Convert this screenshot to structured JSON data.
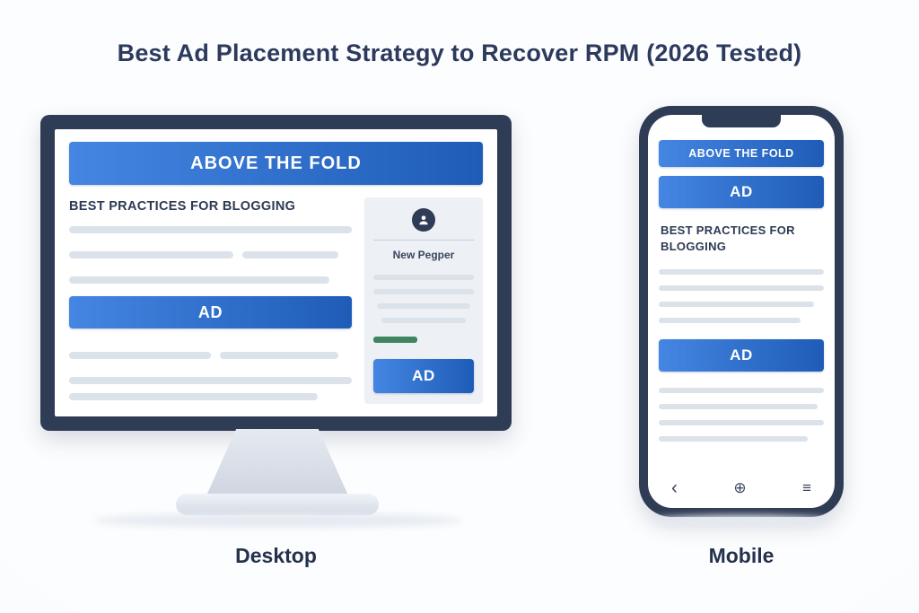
{
  "title": "Best Ad Placement Strategy to Recover RPM (2026 Tested)",
  "desktop": {
    "caption": "Desktop",
    "above_fold_banner": "ABOVE THE FOLD",
    "article_heading": "BEST PRACTICES FOR BLOGGING",
    "inline_ad_label": "AD",
    "sidebar": {
      "widget_title": "New Pegper",
      "ad_label": "AD"
    }
  },
  "mobile": {
    "caption": "Mobile",
    "above_fold_banner": "ABOVE THE FOLD",
    "top_ad_label": "AD",
    "article_heading": "BEST PRACTICES FOR BLOGGING",
    "inline_ad_label": "AD",
    "nav": {
      "back_icon": "‹",
      "add_icon": "⊕",
      "menu_icon": "≡"
    }
  },
  "colors": {
    "background": "#f7f9fc",
    "title_text": "#2d3a5e",
    "device_frame": "#2f3c55",
    "ad_gradient_start": "#4486e2",
    "ad_gradient_end": "#1e5cb7",
    "placeholder_line": "#dce2ea",
    "sidebar_background": "#edf0f5",
    "accent_green": "#3f8660"
  }
}
